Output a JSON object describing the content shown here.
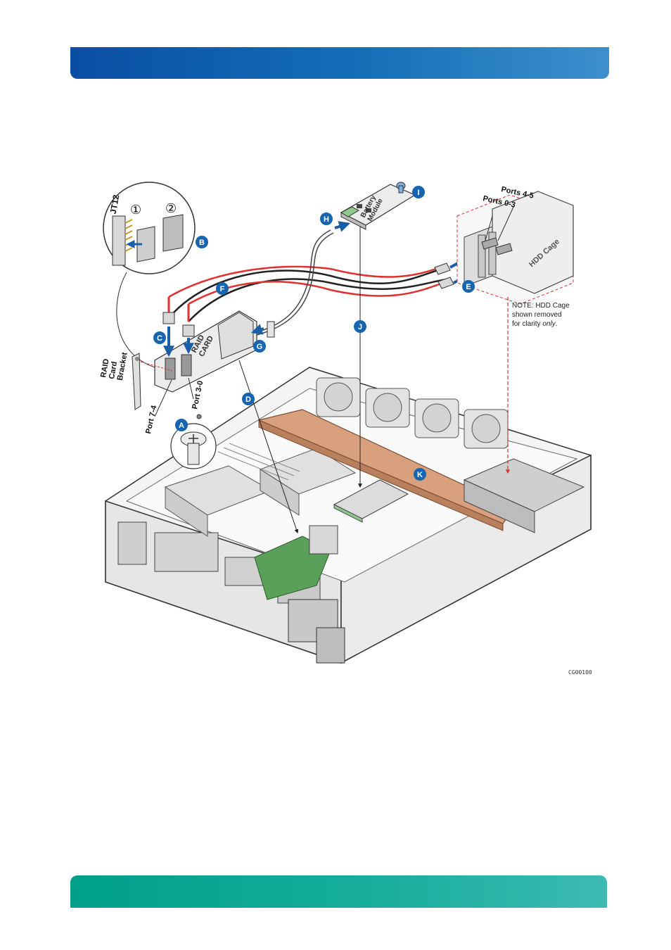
{
  "callouts": {
    "a": "A",
    "b": "B",
    "c": "C",
    "d": "D",
    "e": "E",
    "f": "F",
    "g": "G",
    "h": "H",
    "i": "I",
    "j": "J",
    "k": "K"
  },
  "inset": {
    "connector_label": "JT12",
    "step_one": "①",
    "step_two": "②"
  },
  "labels": {
    "raid_card": [
      "RAID",
      "CARD"
    ],
    "raid_card_bracket": [
      "RAID",
      "Card",
      "Bracket"
    ],
    "port_7_4": "Port 7-4",
    "port_3_0": "Port 3-0",
    "ports_4_5": "Ports 4-5",
    "ports_0_3": "Ports 0-3",
    "hdd_cage": "HDD Cage",
    "battery_module": [
      "Battery",
      "Module"
    ]
  },
  "note": {
    "line1": "NOTE:  HDD Cage",
    "line2": "shown removed",
    "line3_prefix": "for clarity ",
    "line3_emph": "only",
    "line3_suffix": "."
  },
  "figure_code": "CG00100",
  "colors": {
    "header_start": "#0a4ea3",
    "header_end": "#3d8fcc",
    "footer_start": "#00a08a",
    "footer_end": "#3cbab3",
    "callout_blue": "#1565b0",
    "arrow_blue": "#1a5ea8",
    "cable_red": "#e03030",
    "bracket_copper": "#d9a07e",
    "board_green": "#5aa05a"
  }
}
